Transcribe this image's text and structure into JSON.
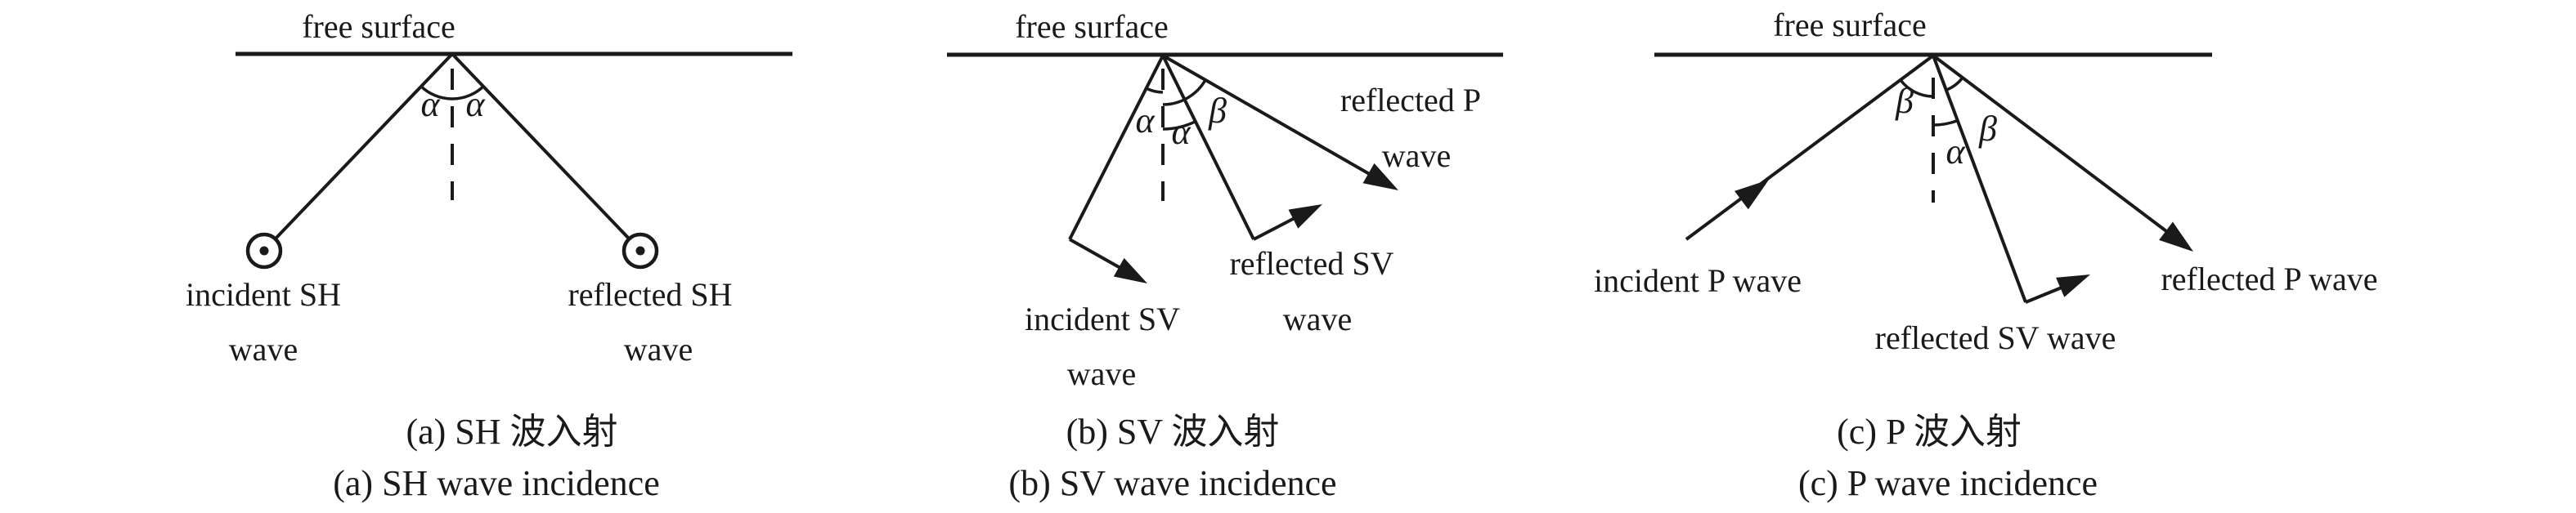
{
  "figure": {
    "title": "wave incidence at a free surface",
    "colors": {
      "ink": "#1a1a1a",
      "background": "#ffffff"
    },
    "panels": [
      {
        "id": "a",
        "surface_label": "free surface",
        "angles": {
          "left": "α",
          "right": "α"
        },
        "labels": {
          "incident_line1": "incident SH",
          "incident_line2": "wave",
          "reflected_line1": "reflected SH",
          "reflected_line2": "wave"
        },
        "caption_zh": "(a) SH 波入射",
        "caption_en": "(a) SH wave incidence"
      },
      {
        "id": "b",
        "surface_label": "free surface",
        "angles": {
          "left": "α",
          "middle": "α",
          "right": "β"
        },
        "labels": {
          "incident_line1": "incident SV",
          "incident_line2": "wave",
          "reflected_sv_line1": "reflected SV",
          "reflected_sv_line2": "wave",
          "reflected_p_line1": "reflected P",
          "reflected_p_line2": "wave"
        },
        "caption_zh": "(b) SV 波入射",
        "caption_en": "(b) SV wave incidence"
      },
      {
        "id": "c",
        "surface_label": "free surface",
        "angles": {
          "left": "β",
          "middle": "α",
          "right": "β"
        },
        "labels": {
          "incident": "incident P wave",
          "reflected_p": "reflected P wave",
          "reflected_sv": "reflected SV wave"
        },
        "caption_zh": "(c) P 波入射",
        "caption_en": "(c) P wave incidence"
      }
    ]
  }
}
